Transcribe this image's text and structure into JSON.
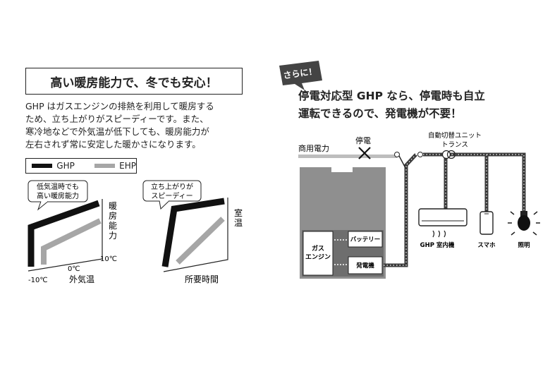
{
  "left": {
    "title": "高い暖房能力で、冬でも安心！",
    "body_lines": [
      "GHP はガスエンジンの排熱を利用して暖房する",
      "ため、立ち上がりがスピーディーです。また、",
      "寒冷地などで外気温が低下しても、暖房能力が",
      "左右されず常に安定した暖かさになります。"
    ],
    "legend": [
      {
        "label": "GHP",
        "color": "#111111"
      },
      {
        "label": "EHP",
        "color": "#a6a6a6"
      }
    ],
    "chart1": {
      "callout_lines": [
        "低気温時でも",
        "高い暖房能力"
      ],
      "ylabel_lines": [
        "暖",
        "房",
        "能",
        "力"
      ],
      "tick_minus10": "-10℃",
      "tick_0": "0℃",
      "tick_10": "10℃",
      "xlabel": "外気温"
    },
    "chart2": {
      "callout_lines": [
        "立ち上がりが",
        "スピーディー"
      ],
      "ylabel_lines": [
        "室",
        "温"
      ],
      "xlabel": "所要時間"
    }
  },
  "right": {
    "badge": "さらに！",
    "head_lines": [
      "停電対応型 GHP なら、停電時も自立",
      "運転できるので、発電機が不要！"
    ],
    "labels": {
      "commercial_power": "商用電力",
      "outage": "停電",
      "auto_switch_lines": [
        "自動切替ユニット",
        "トランス"
      ],
      "battery": "バッテリー",
      "engine_lines": [
        "ガス",
        "エンジン"
      ],
      "generator": "発電機",
      "aircon": "GHP 室内機",
      "phone": "スマホ",
      "light": "照明"
    }
  }
}
